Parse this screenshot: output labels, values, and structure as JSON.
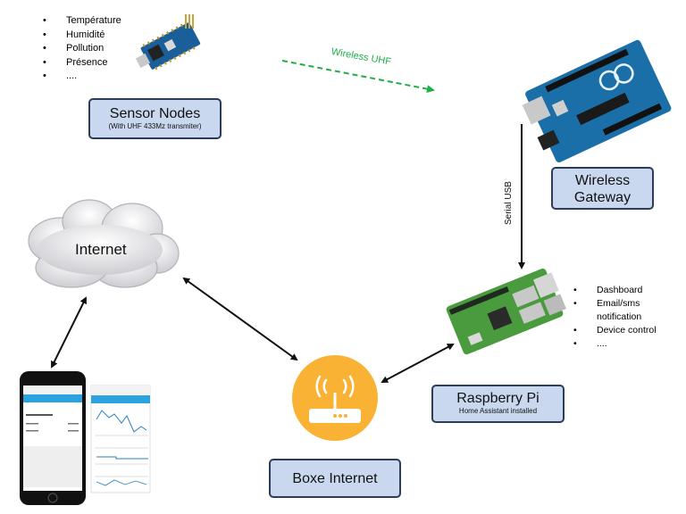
{
  "sensor_nodes": {
    "bullets": [
      "Température",
      "Humidité",
      "Pollution",
      "Présence",
      "...."
    ],
    "title": "Sensor Nodes",
    "subtitle": "(With UHF 433Mz transmiter)"
  },
  "wireless_link": {
    "label": "Wireless UHF"
  },
  "gateway": {
    "title_line1": "Wireless",
    "title_line2": "Gateway"
  },
  "serial_link": {
    "label": "Serial USB"
  },
  "raspberry": {
    "title": "Raspberry Pi",
    "subtitle": "Home Assistant installed",
    "bullets": [
      "Dashboard",
      "Email/sms notification",
      "Device control",
      "...."
    ]
  },
  "internet": {
    "label": "Internet"
  },
  "boxe": {
    "title": "Boxe Internet"
  },
  "colors": {
    "box_fill": "#c9d8ee",
    "box_border": "#2c3e57",
    "wireless_arrow": "#1fae48",
    "router_circle": "#f9b233",
    "arduino_blue": "#1b6fa8",
    "raspberry_green": "#4a9b3e"
  }
}
